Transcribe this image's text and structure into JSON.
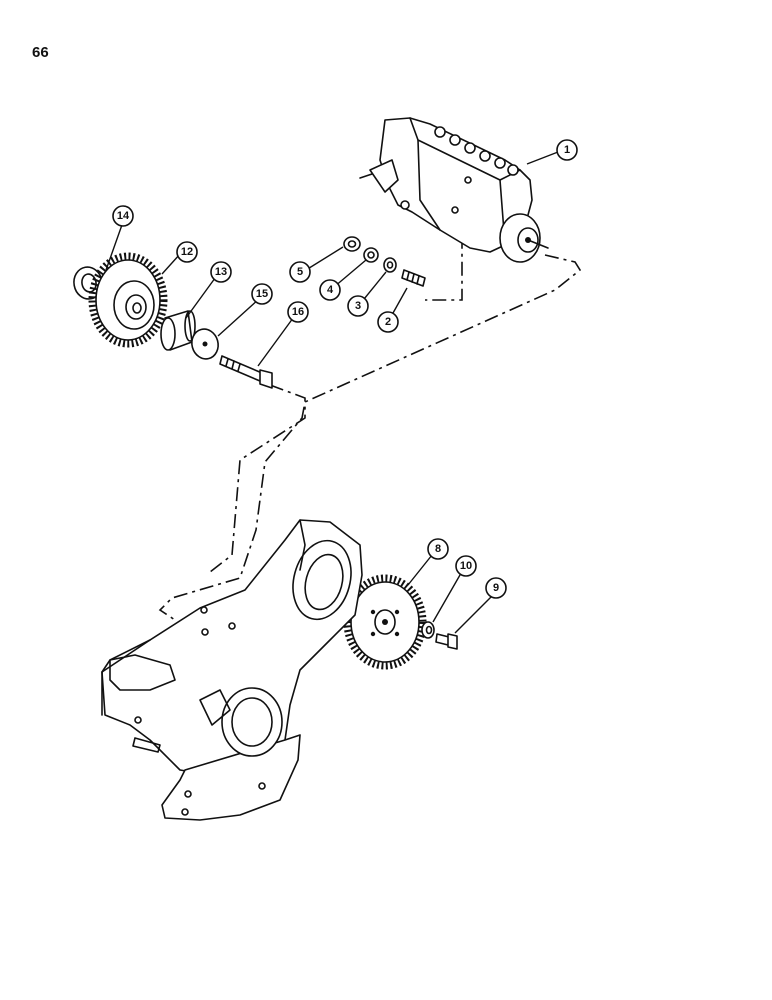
{
  "page": {
    "number": "66"
  },
  "callouts": [
    {
      "id": "1",
      "label": "1"
    },
    {
      "id": "2",
      "label": "2"
    },
    {
      "id": "3",
      "label": "3"
    },
    {
      "id": "4",
      "label": "4"
    },
    {
      "id": "5",
      "label": "5"
    },
    {
      "id": "8",
      "label": "8"
    },
    {
      "id": "9",
      "label": "9"
    },
    {
      "id": "10",
      "label": "10"
    },
    {
      "id": "12",
      "label": "12"
    },
    {
      "id": "13",
      "label": "13"
    },
    {
      "id": "14",
      "label": "14"
    },
    {
      "id": "15",
      "label": "15"
    },
    {
      "id": "16",
      "label": "16"
    }
  ]
}
